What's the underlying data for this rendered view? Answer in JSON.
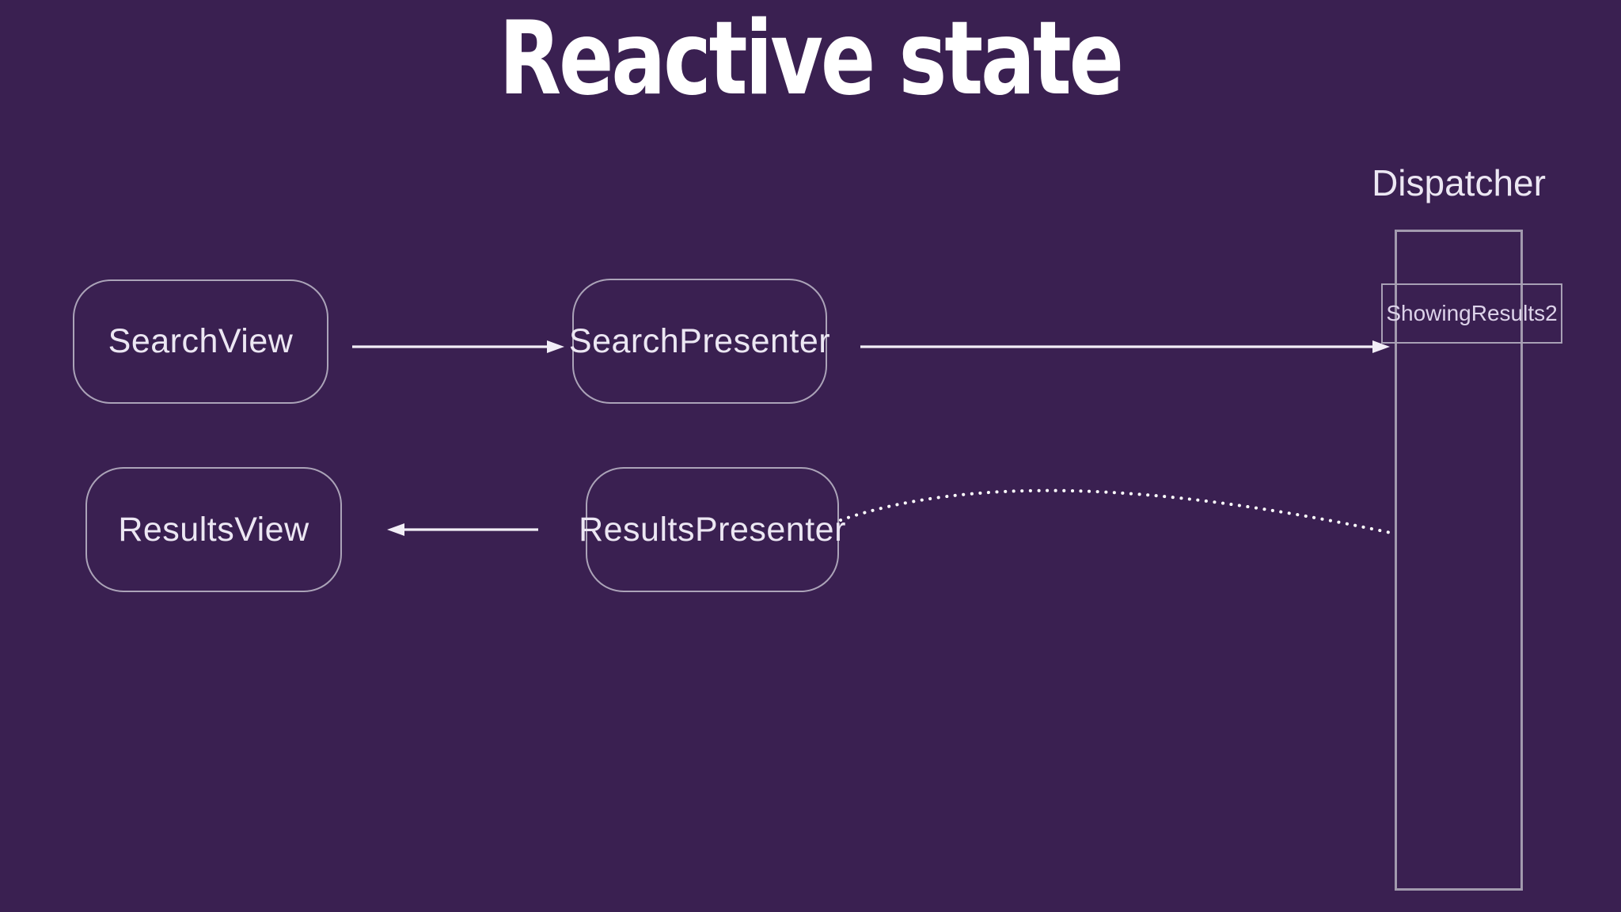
{
  "slide": {
    "title": "Reactive state",
    "colors": {
      "background": "#3a2051",
      "border": "#aba3b8",
      "text": "#ece7f3",
      "arrow": "#f2eef7",
      "title": "#ffffff"
    }
  },
  "diagram": {
    "nodes": [
      {
        "id": "search-view",
        "label": "SearchView"
      },
      {
        "id": "search-presenter",
        "label": "SearchPresenter"
      },
      {
        "id": "results-view",
        "label": "ResultsView"
      },
      {
        "id": "results-presenter",
        "label": "ResultsPresenter"
      }
    ],
    "dispatcher": {
      "label": "Dispatcher",
      "state_label": "ShowingResults2"
    },
    "edges": [
      {
        "from": "SearchView",
        "to": "SearchPresenter",
        "style": "solid-arrow"
      },
      {
        "from": "SearchPresenter",
        "to": "Dispatcher",
        "style": "solid-arrow"
      },
      {
        "from": "ResultsPresenter",
        "to": "ResultsView",
        "style": "solid-arrow"
      },
      {
        "from": "Dispatcher",
        "to": "ResultsPresenter",
        "style": "dotted-curve"
      }
    ]
  }
}
